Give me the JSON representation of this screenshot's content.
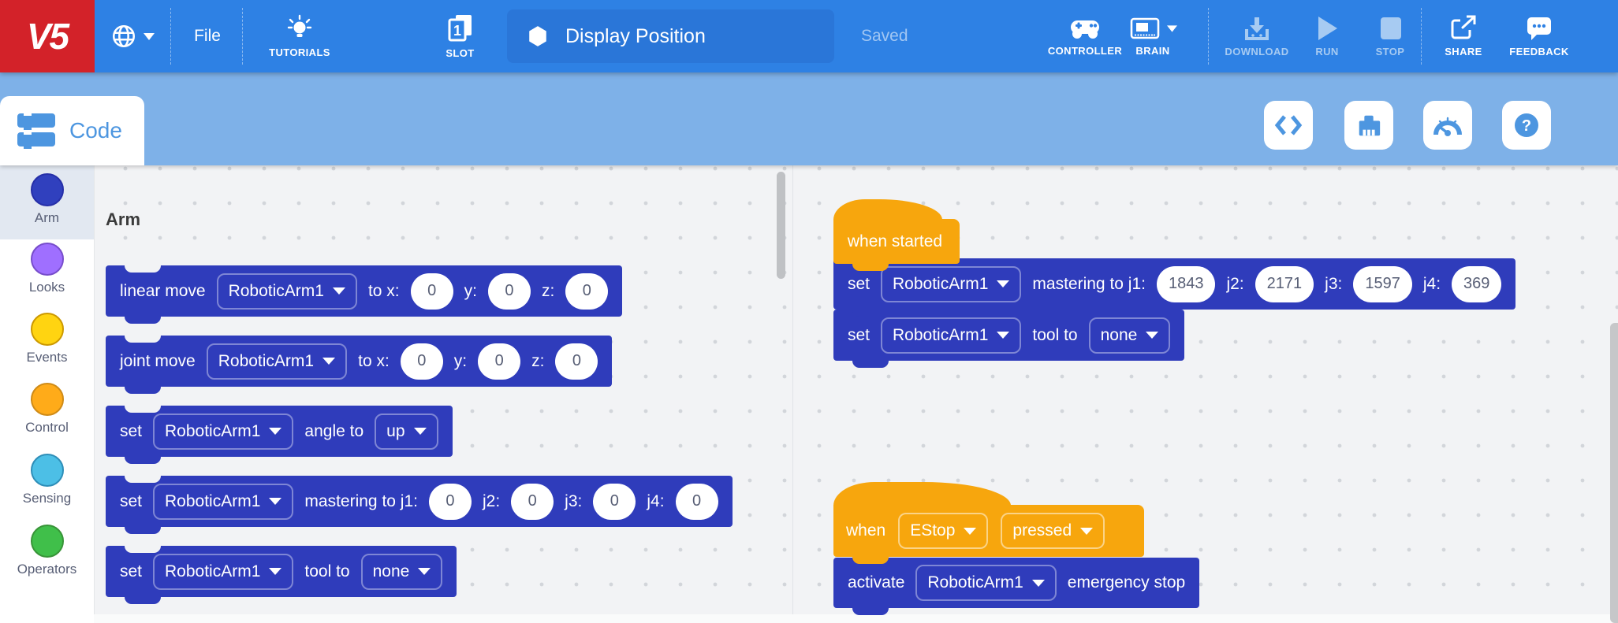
{
  "topbar": {
    "logo": "V5",
    "file_label": "File",
    "tutorials_label": "TUTORIALS",
    "slot_label": "SLOT",
    "slot_number": "1",
    "project_title": "Display Position",
    "save_status": "Saved",
    "controller_label": "CONTROLLER",
    "brain_label": "BRAIN",
    "download_label": "DOWNLOAD",
    "run_label": "RUN",
    "stop_label": "STOP",
    "share_label": "SHARE",
    "feedback_label": "FEEDBACK"
  },
  "subbar": {
    "code_tab": "Code",
    "icons": [
      "code-view-toggle",
      "device-port",
      "dashboard-gauge",
      "help"
    ]
  },
  "sidebar": {
    "items": [
      {
        "label": "Arm",
        "color": "#3040BE",
        "border": "#262FA8",
        "selected": true
      },
      {
        "label": "Looks",
        "color": "#9F6FFF",
        "border": "#774DCB",
        "selected": false
      },
      {
        "label": "Events",
        "color": "#FFD411",
        "border": "#CC9900",
        "selected": false
      },
      {
        "label": "Control",
        "color": "#FFAB19",
        "border": "#CF8B17",
        "selected": false
      },
      {
        "label": "Sensing",
        "color": "#4CBFE6",
        "border": "#2E8EB8",
        "selected": false
      },
      {
        "label": "Operators",
        "color": "#40BF4A",
        "border": "#389438",
        "selected": false
      }
    ]
  },
  "palette": {
    "header": "Arm",
    "linear_move": {
      "verb": "linear move",
      "device": "RoboticArm1",
      "to_x": "to x:",
      "x": "0",
      "y_label": "y:",
      "y": "0",
      "z_label": "z:",
      "z": "0"
    },
    "joint_move": {
      "verb": "joint move",
      "device": "RoboticArm1",
      "to_x": "to x:",
      "x": "0",
      "y_label": "y:",
      "y": "0",
      "z_label": "z:",
      "z": "0"
    },
    "set_angle": {
      "verb": "set",
      "device": "RoboticArm1",
      "mid": "angle to",
      "option": "up"
    },
    "set_mastering": {
      "verb": "set",
      "device": "RoboticArm1",
      "mid": "mastering to j1:",
      "j1": "0",
      "j2_label": "j2:",
      "j2": "0",
      "j3_label": "j3:",
      "j3": "0",
      "j4_label": "j4:",
      "j4": "0"
    },
    "set_tool": {
      "verb": "set",
      "device": "RoboticArm1",
      "mid": "tool to",
      "option": "none"
    }
  },
  "workspace": {
    "when_started_label": "when started",
    "set_mastering": {
      "verb": "set",
      "device": "RoboticArm1",
      "mid": "mastering to j1:",
      "j1": "1843",
      "j2_label": "j2:",
      "j2": "2171",
      "j3_label": "j3:",
      "j3": "1597",
      "j4_label": "j4:",
      "j4": "369"
    },
    "set_tool": {
      "verb": "set",
      "device": "RoboticArm1",
      "mid": "tool to",
      "option": "none"
    },
    "when_estop": {
      "verb": "when",
      "device": "EStop",
      "state": "pressed"
    },
    "activate": {
      "verb": "activate",
      "device": "RoboticArm1",
      "suffix": "emergency stop"
    }
  },
  "colors": {
    "topbar_blue": "#2E81E4",
    "subbar_blue": "#7EB1E8",
    "vex_red": "#D32229",
    "block_blue": "#2F3CBB",
    "hat_yellow": "#F7A60D",
    "disabled_toolbar": "#A7CBF2",
    "canvas_bg": "#F2F3F5"
  }
}
